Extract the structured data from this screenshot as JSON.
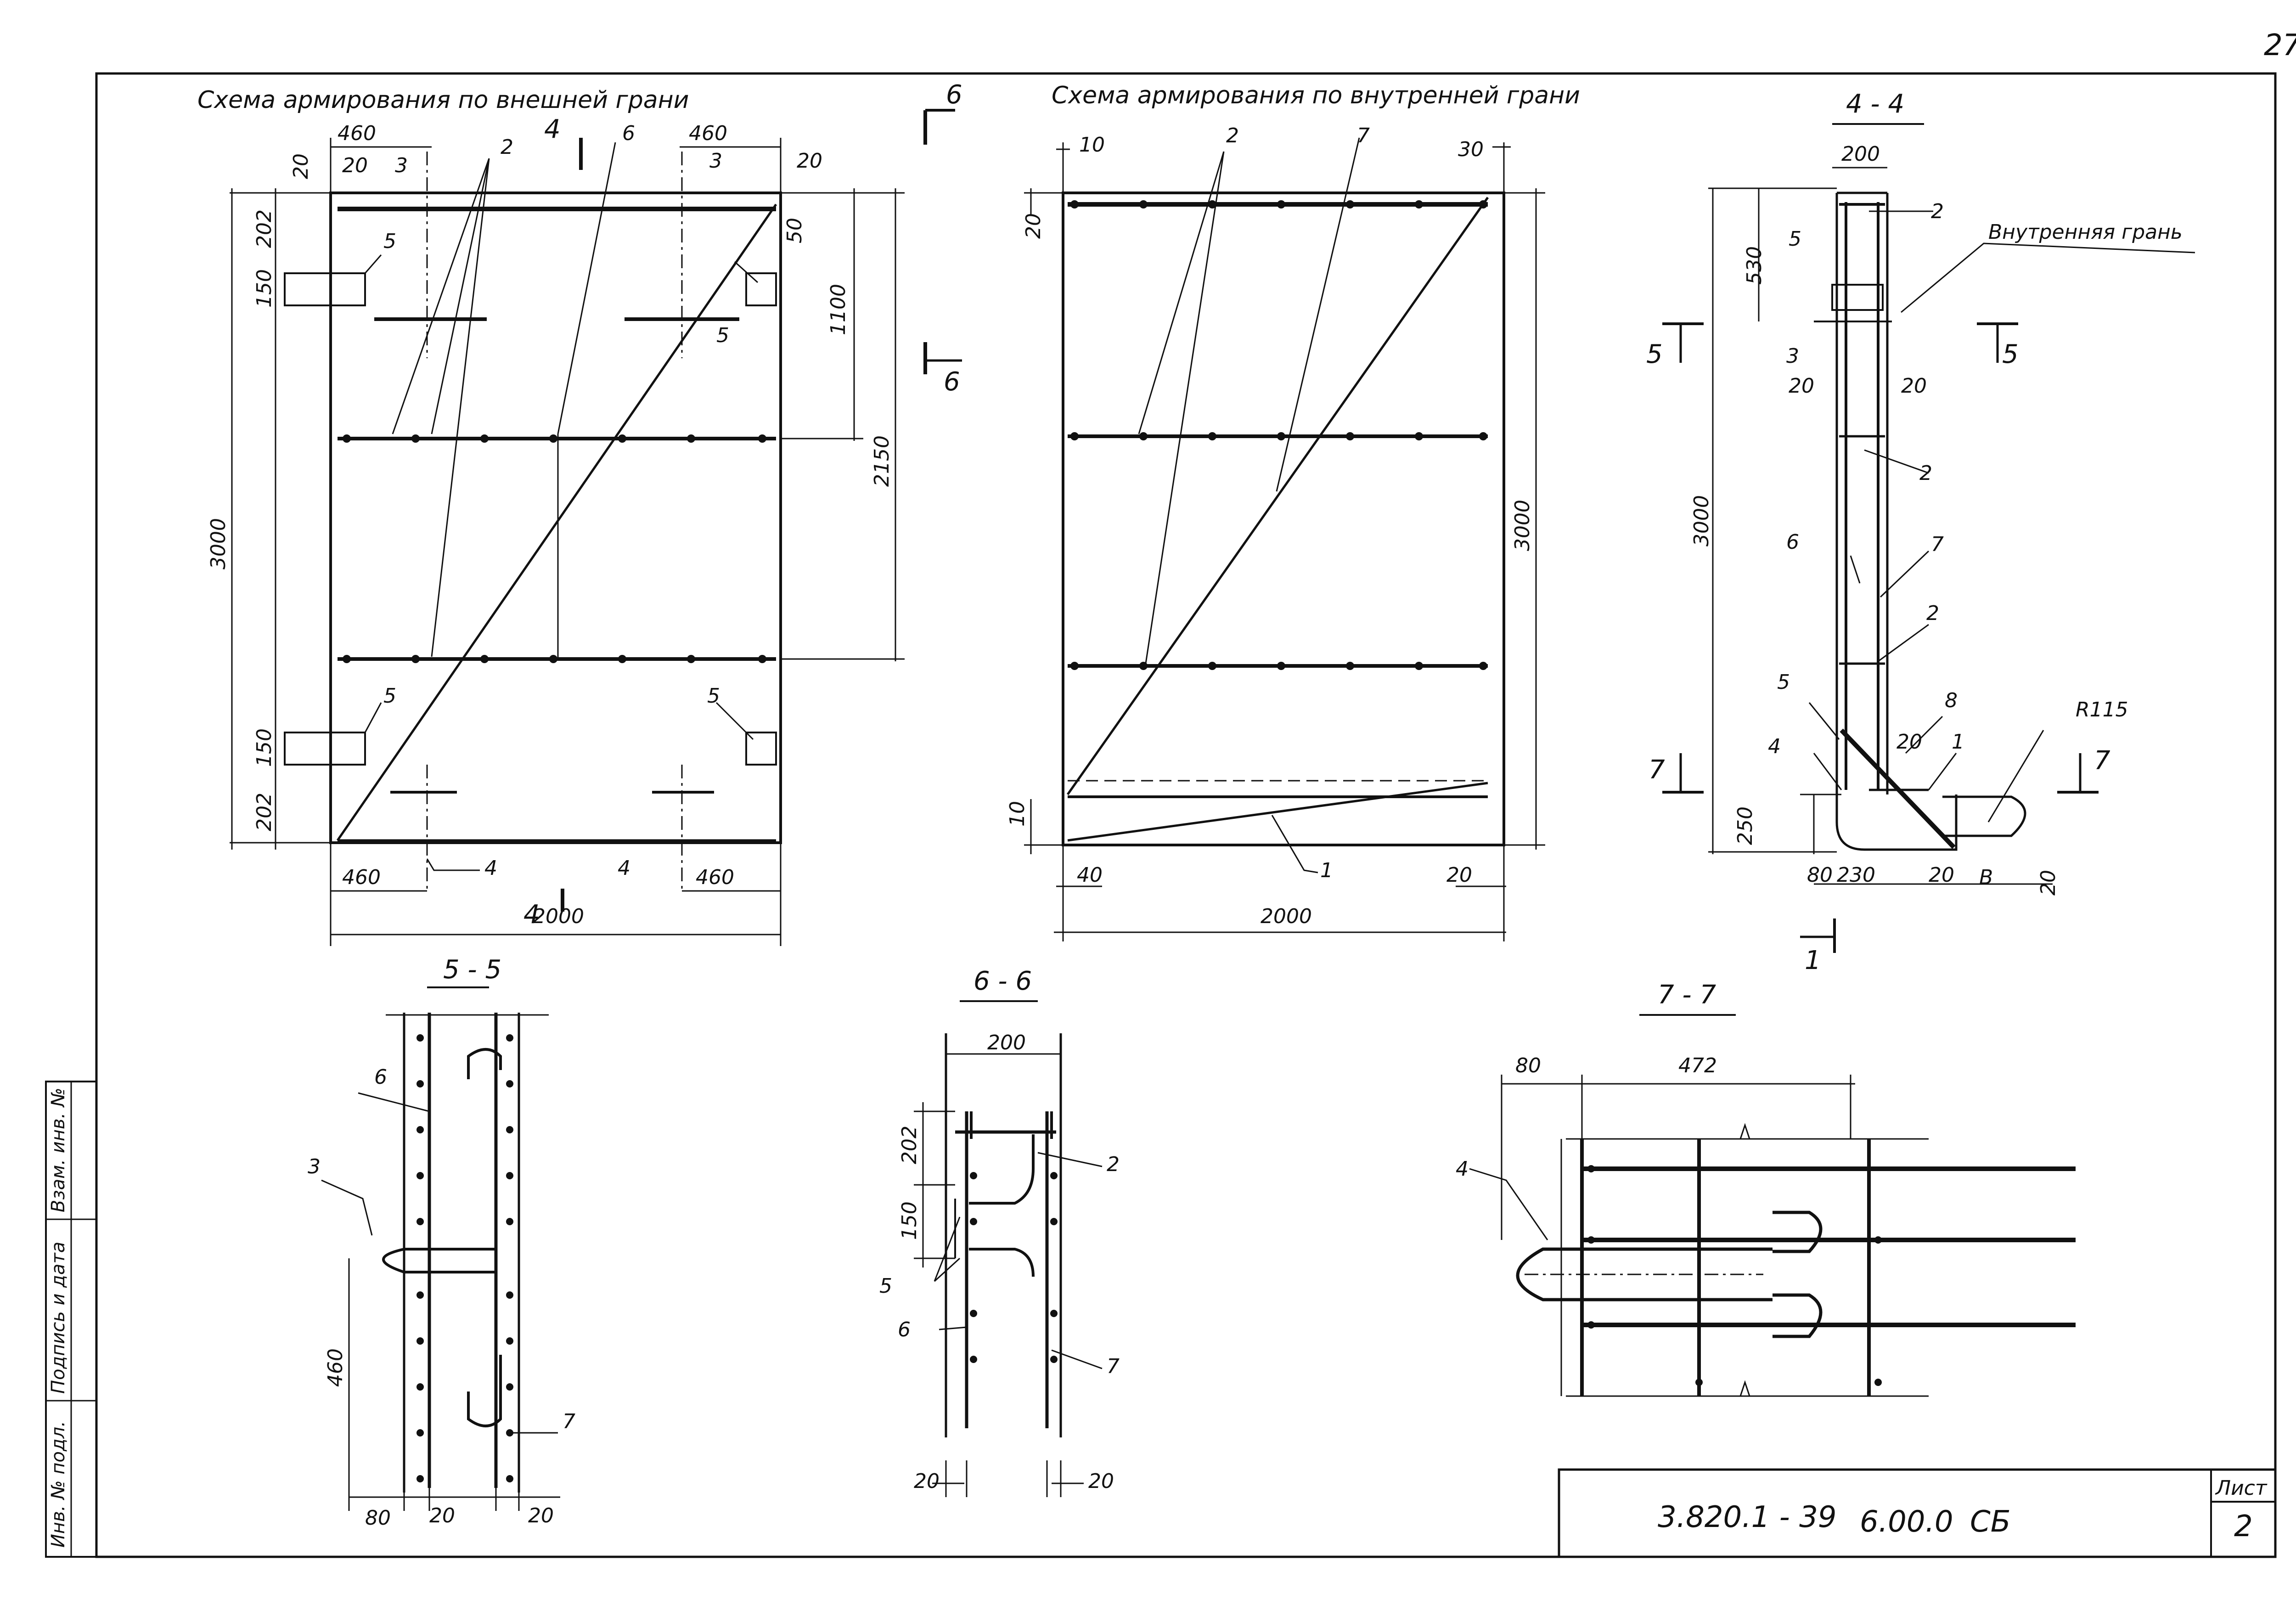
{
  "page_number": "27",
  "titles": {
    "outer": "Схема армирования по внешней грани",
    "inner": "Схема армирования по внутренней грани"
  },
  "sections": {
    "s44": "4 - 4",
    "s55": "5 - 5",
    "s66": "6 - 6",
    "s77": "7 - 7"
  },
  "section_marks": {
    "four": "4",
    "five": "5",
    "six": "6",
    "seven": "7",
    "one": "1"
  },
  "outer_scheme": {
    "dims": [
      "460",
      "460",
      "20",
      "20",
      "20",
      "202",
      "150",
      "150",
      "202",
      "50",
      "1100",
      "2150",
      "3000",
      "460",
      "460",
      "2000"
    ],
    "positions": [
      "2",
      "2",
      "3",
      "3",
      "6",
      "5",
      "5",
      "5",
      "5",
      "4",
      "4"
    ]
  },
  "inner_scheme": {
    "dims": [
      "10",
      "30",
      "20",
      "3000",
      "10",
      "40",
      "20",
      "2000"
    ],
    "positions": [
      "2",
      "7",
      "1"
    ]
  },
  "section_44": {
    "dims": [
      "200",
      "530",
      "20",
      "20",
      "3000",
      "250",
      "80",
      "230",
      "20",
      "B",
      "20"
    ],
    "positions": [
      "2",
      "5",
      "3",
      "2",
      "6",
      "7",
      "2",
      "5",
      "8",
      "4",
      "1"
    ],
    "inner_face_label": "Внутренняя грань",
    "radius": "R115",
    "angle_mark": "20"
  },
  "section_55": {
    "dims": [
      "460",
      "80",
      "20",
      "20"
    ],
    "positions": [
      "6",
      "3",
      "7"
    ]
  },
  "section_66": {
    "dims": [
      "200",
      "202",
      "150",
      "20",
      "20"
    ],
    "positions": [
      "2",
      "5",
      "6",
      "7"
    ]
  },
  "section_77": {
    "dims": [
      "80",
      "472"
    ],
    "positions": [
      "4"
    ]
  },
  "side_stamp": {
    "labels": [
      "Инв. № подл.",
      "Подпись и дата",
      "Взам. инв. №"
    ]
  },
  "title_block": {
    "code": "3.820.1 - 39",
    "doc": "6.00.0",
    "suffix": "СБ",
    "sheet_label": "Лист",
    "sheet_no": "2"
  }
}
